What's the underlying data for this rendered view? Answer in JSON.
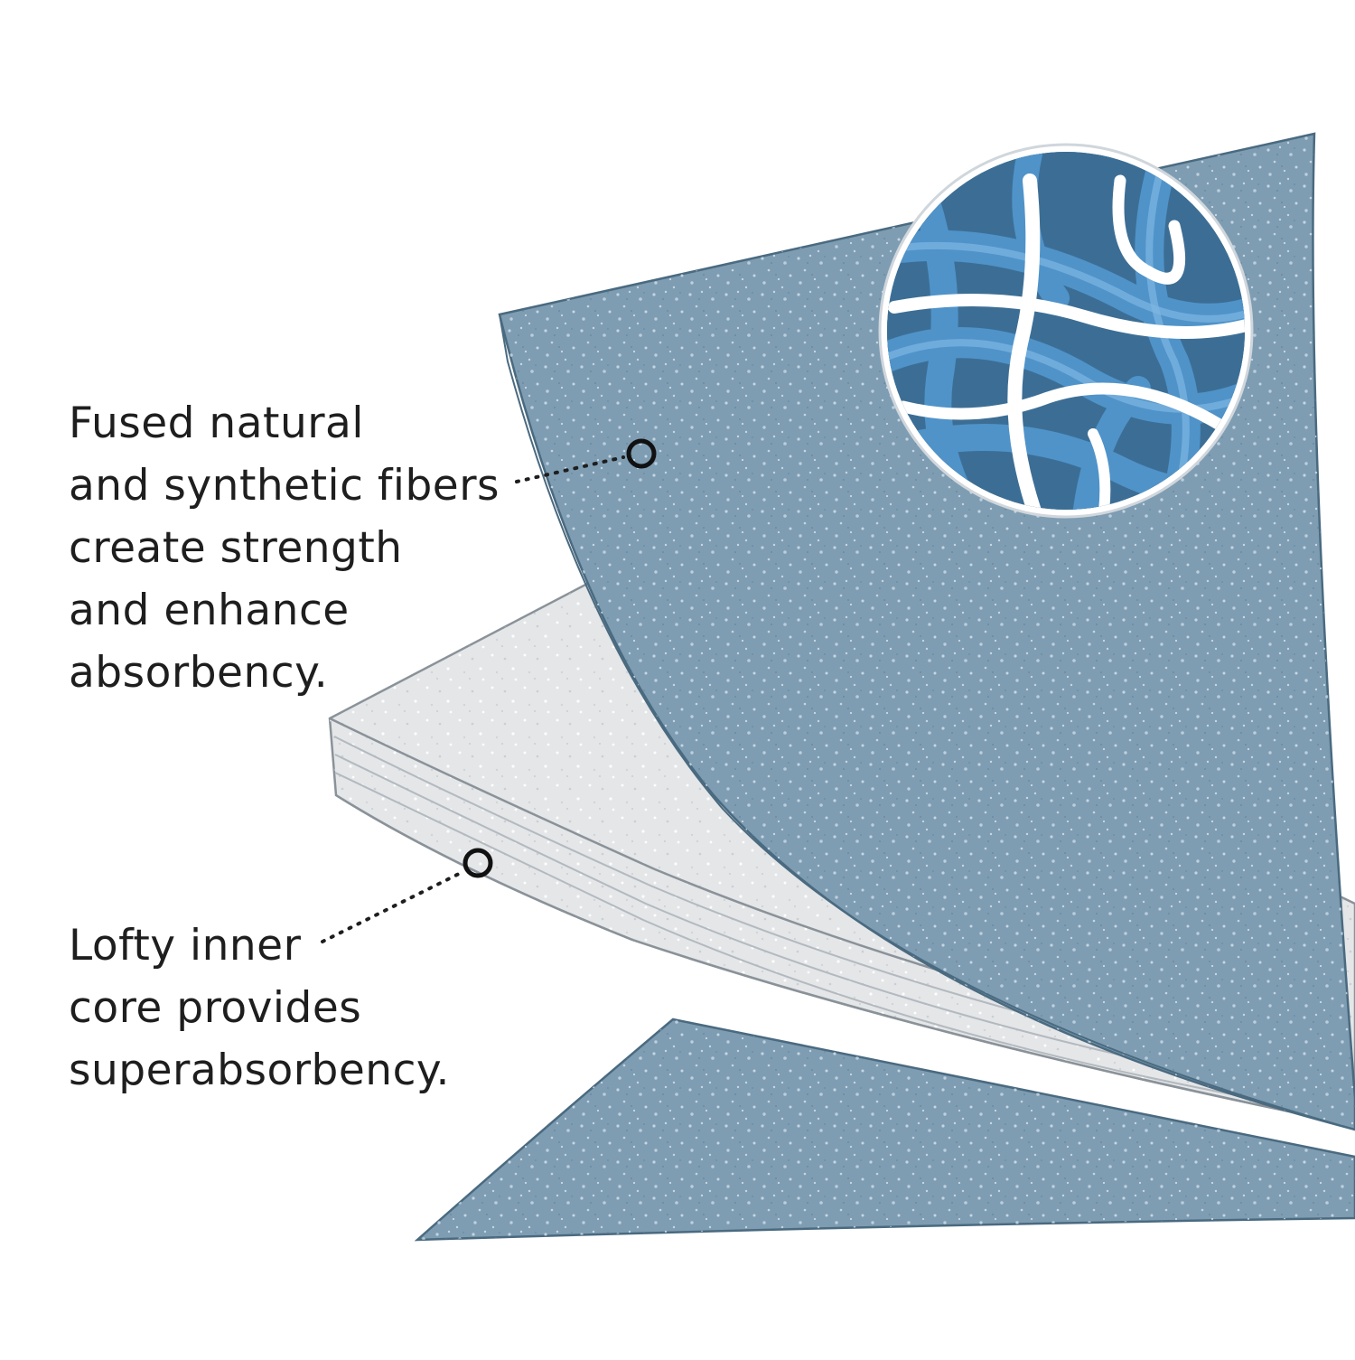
{
  "callouts": {
    "top": {
      "lines": [
        "Fused natural",
        "and synthetic fibers",
        "create strength",
        "and enhance",
        "absorbency."
      ]
    },
    "bottom": {
      "lines": [
        "Lofty inner",
        "core provides",
        "superabsorbency."
      ]
    }
  },
  "colors": {
    "background": "#ffffff",
    "blue_layer": "#7e9db3",
    "blue_edge": "#4a6a80",
    "white_layer": "#e4e6e8",
    "white_edge": "#8a9299",
    "fiber_blue": "#4f93c9",
    "fiber_white": "#ffffff",
    "text": "#1e1e1e"
  },
  "icons": {
    "fiber_magnifier": "fiber-closeup-circle",
    "callout_marker": "ring-marker"
  }
}
